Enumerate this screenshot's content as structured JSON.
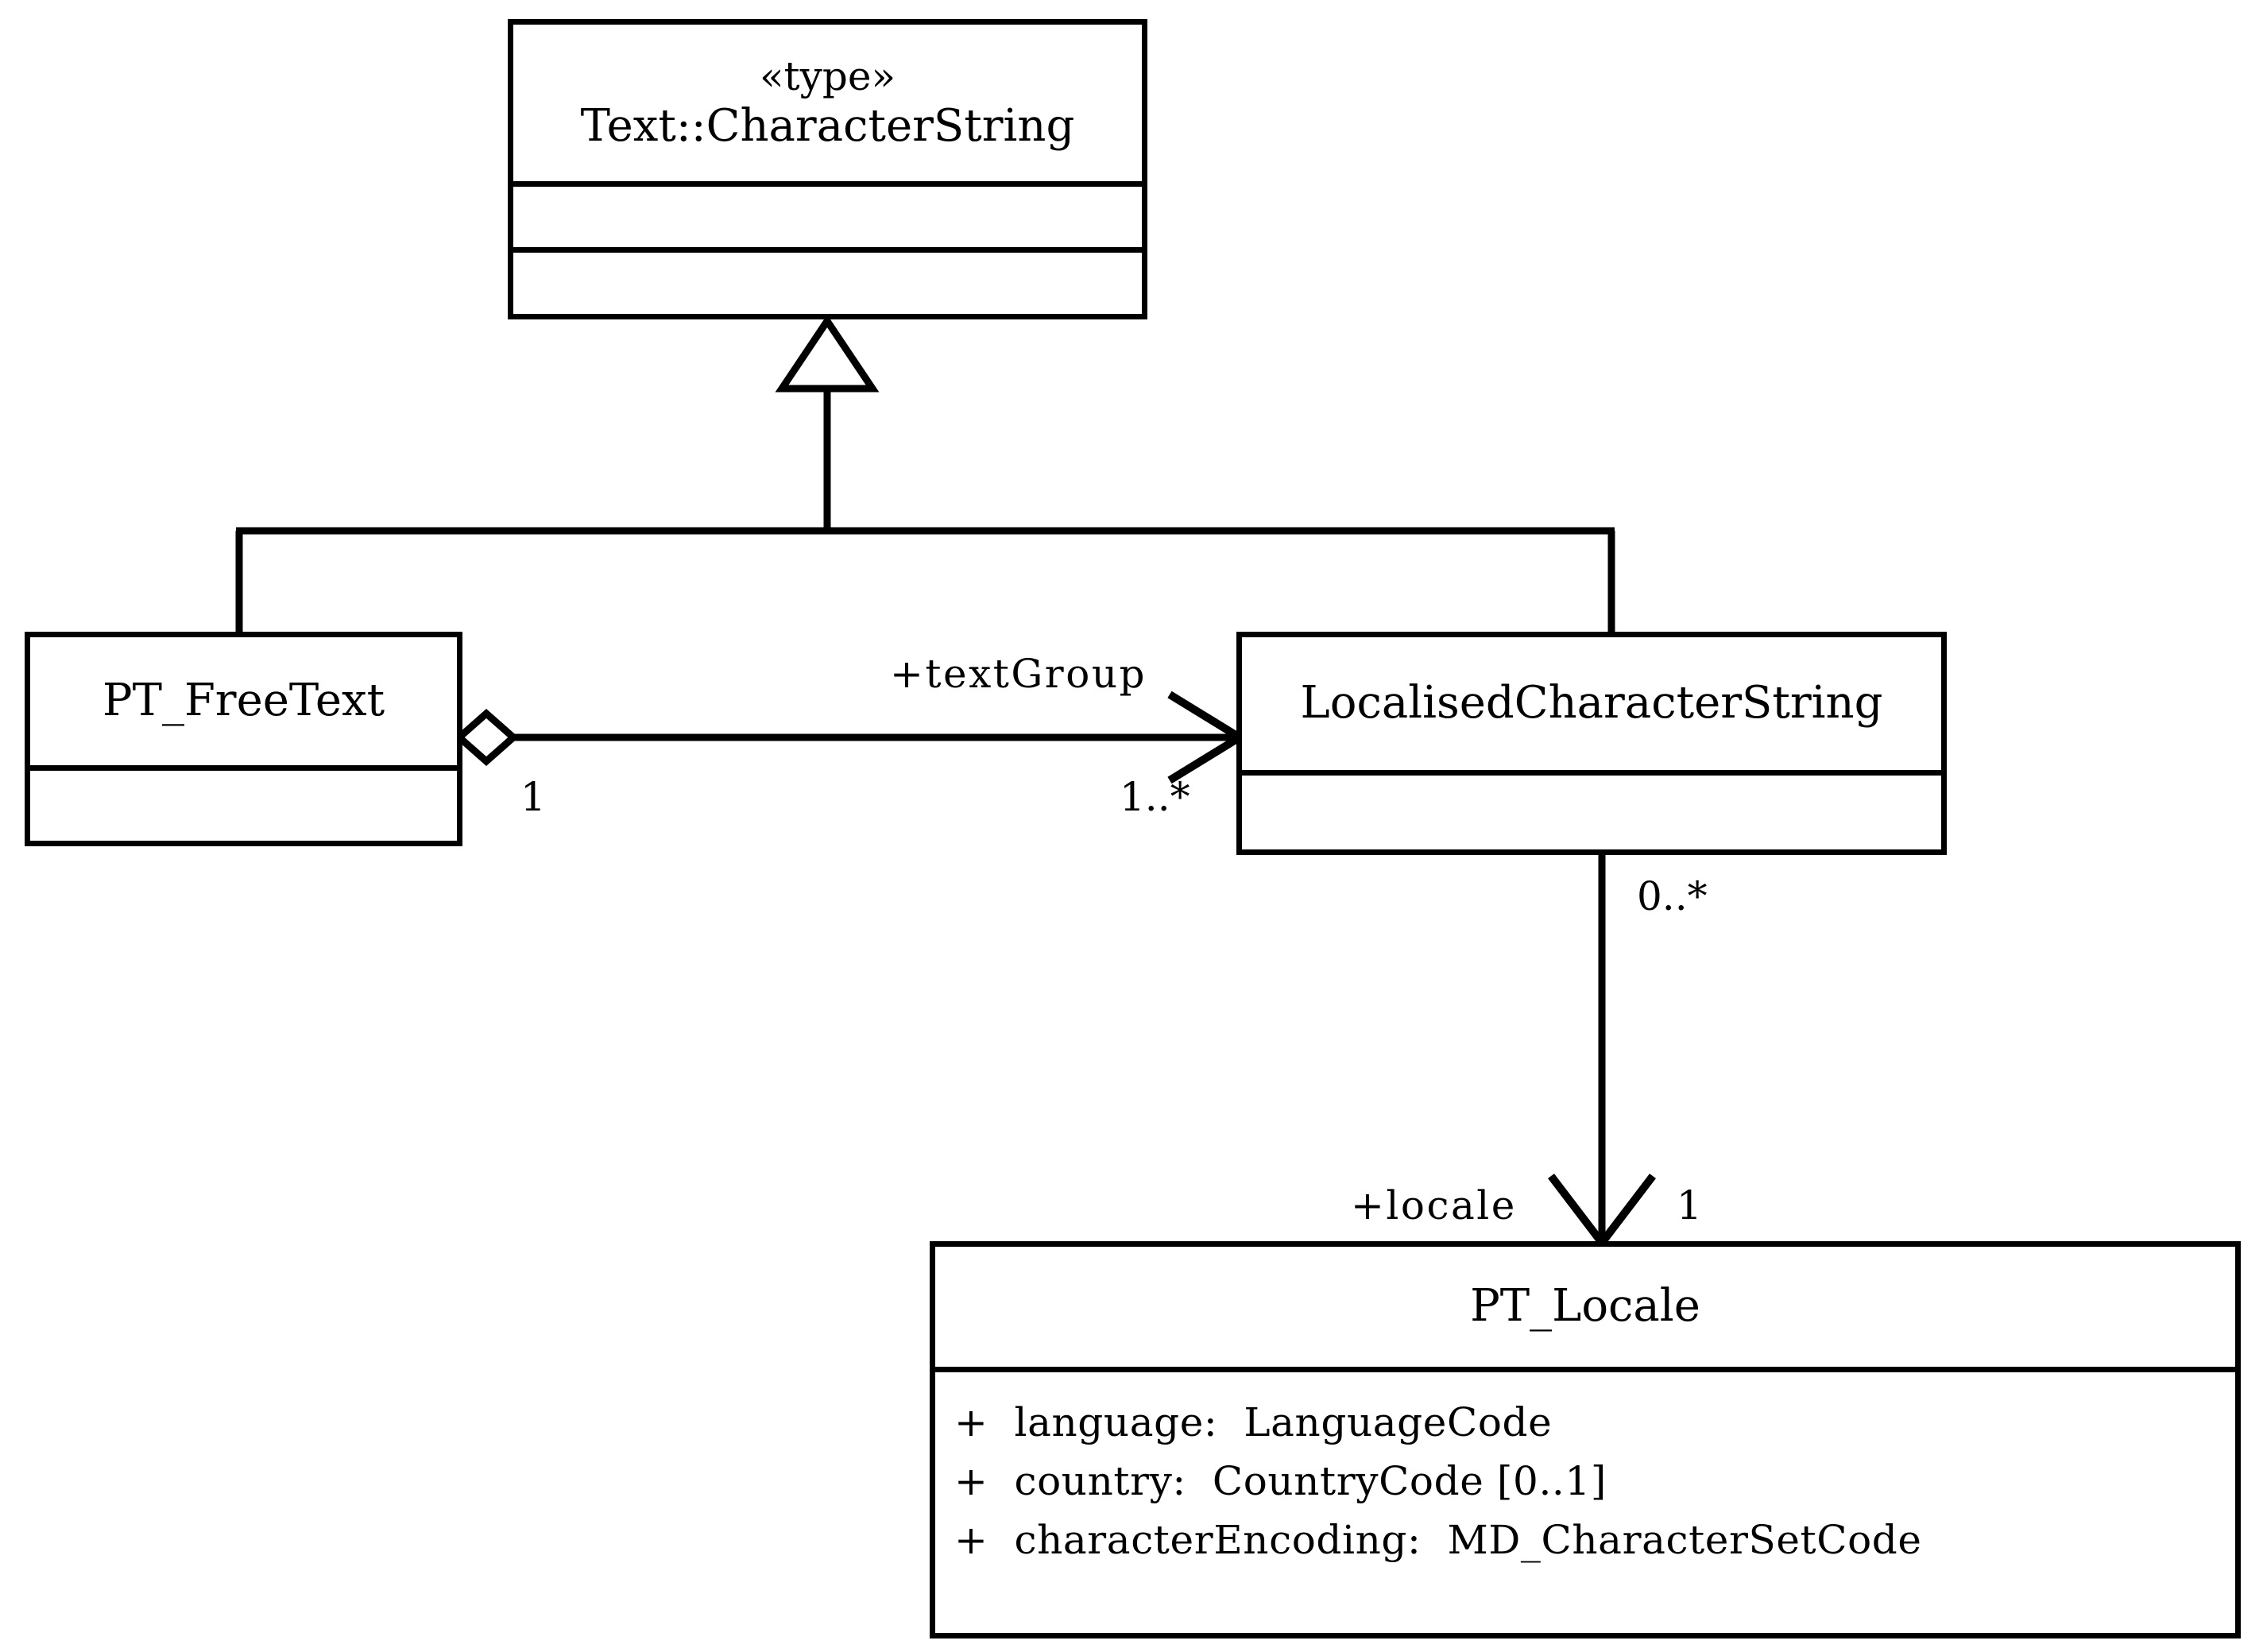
{
  "diagram": {
    "title": "PT_FreeText / LocalisedCharacterString / PT_Locale UML class diagram",
    "type": "uml-class-diagram",
    "stroke_color": "#000000",
    "fill_color": "#ffffff"
  },
  "classes": {
    "character_string": {
      "stereotype": "«type»",
      "name": "Text::CharacterString",
      "attributes": [],
      "operations": []
    },
    "pt_freetext": {
      "name": "PT_FreeText",
      "attributes": []
    },
    "localised_character_string": {
      "name": "LocalisedCharacterString",
      "attributes": []
    },
    "pt_locale": {
      "name": "PT_Locale",
      "attributes": [
        "+  language:  LanguageCode",
        "+  country:  CountryCode [0..1]",
        "+  characterEncoding:  MD_CharacterSetCode"
      ]
    }
  },
  "relationships": {
    "generalization_freetext": {
      "kind": "generalization",
      "from": "PT_FreeText",
      "to": "Text::CharacterString"
    },
    "generalization_localised": {
      "kind": "generalization",
      "from": "LocalisedCharacterString",
      "to": "Text::CharacterString"
    },
    "aggregation_textgroup": {
      "kind": "aggregation",
      "from": "PT_FreeText",
      "to": "LocalisedCharacterString",
      "role_label": "+textGroup",
      "source_multiplicity": "1",
      "target_multiplicity": "1..*"
    },
    "association_locale": {
      "kind": "association",
      "from": "LocalisedCharacterString",
      "to": "PT_Locale",
      "role_label": "+locale",
      "source_multiplicity": "0..*",
      "target_multiplicity": "1"
    }
  }
}
